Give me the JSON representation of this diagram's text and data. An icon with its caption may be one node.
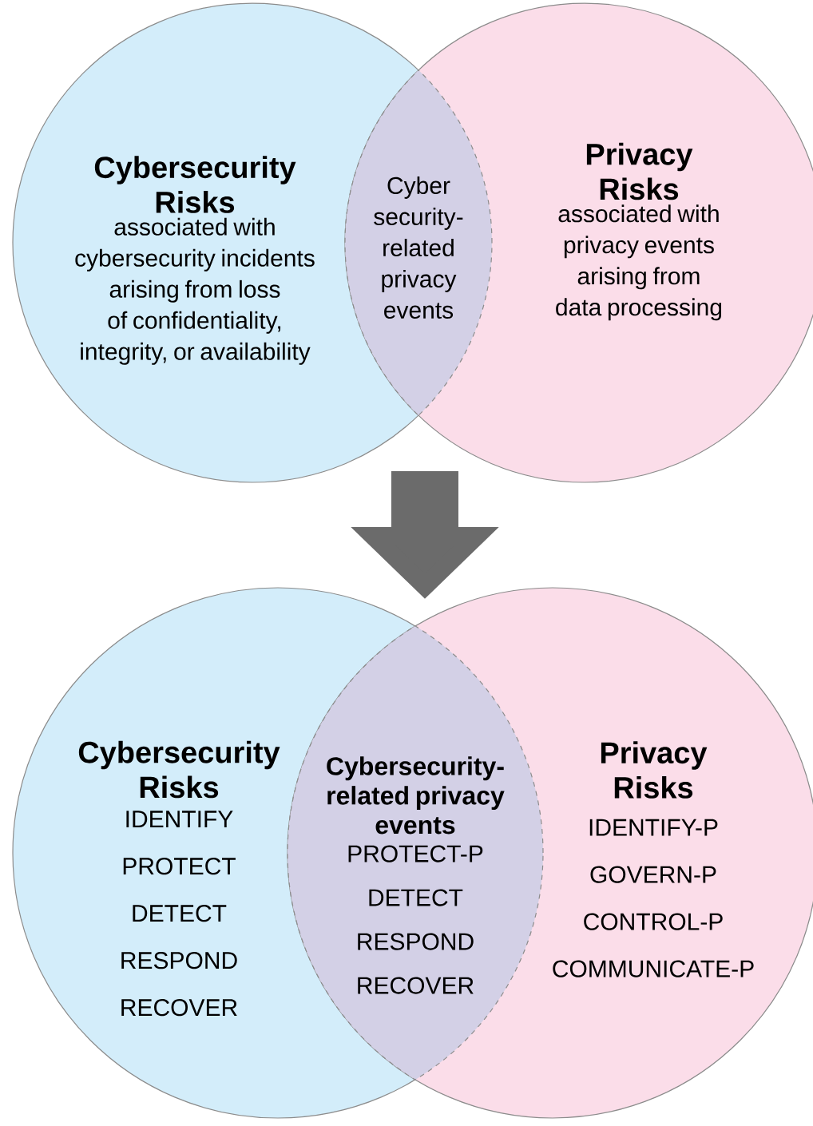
{
  "diagram": {
    "nodes": [
      {
        "text": [
          "Cybersecurity Risks",
          "associated with cybersecurity incidents arising from loss of confidentiality, integrity, or availability"
        ]
      },
      {
        "text": [
          "Cyber security-related privacy events"
        ]
      },
      {
        "text": [
          "Privacy Risks",
          "associated with privacy events arising from data processing"
        ]
      },
      {
        "text": [
          "Cybersecurity Risks",
          "IDENTIFY",
          "PROTECT",
          "DETECT",
          "RESPOND",
          "RECOVER"
        ]
      },
      {
        "text": [
          "Cybersecurity-related privacy events",
          "PROTECT-P",
          "DETECT",
          "RESPOND",
          "RECOVER"
        ]
      },
      {
        "text": [
          "Privacy Risks",
          "IDENTIFY-P",
          "GOVERN-P",
          "CONTROL-P",
          "COMMUNICATE-P"
        ]
      }
    ]
  }
}
